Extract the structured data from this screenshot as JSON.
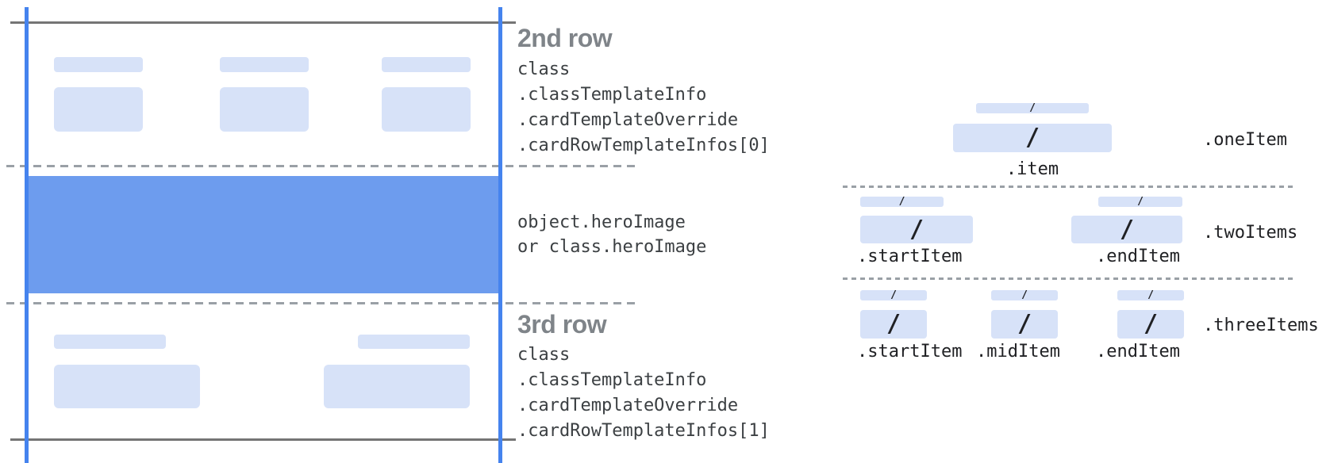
{
  "colors": {
    "guide_blue": "#4583ee",
    "hero_blue": "#6d9cee",
    "placeholder_bar_blue": "#d7e2f8",
    "heading_gray": "#7f8489",
    "code_text": "#3c4043",
    "label_text": "#202124",
    "solid_line_gray": "#757575",
    "dashed_line_gray": "#9aa0a6"
  },
  "left_panel": {
    "second_row": {
      "heading": "2nd row",
      "code_lines": [
        "class",
        ".classTemplateInfo",
        ".cardTemplateOverride",
        ".cardRowTemplateInfos[0]"
      ],
      "placeholder_item_count": 3
    },
    "hero": {
      "code_lines": [
        "object.heroImage",
        "or class.heroImage"
      ]
    },
    "third_row": {
      "heading": "3rd row",
      "code_lines": [
        "class",
        ".classTemplateInfo",
        ".cardTemplateOverride",
        ".cardRowTemplateInfos[1]"
      ],
      "placeholder_item_count": 2
    }
  },
  "right_panel": {
    "slash": "/",
    "one_item": {
      "layout_label": ".oneItem",
      "item_label": ".item"
    },
    "two_items": {
      "layout_label": ".twoItems",
      "start_label": ".startItem",
      "end_label": ".endItem"
    },
    "three_items": {
      "layout_label": ".threeItems",
      "start_label": ".startItem",
      "mid_label": ".midItem",
      "end_label": ".endItem"
    }
  }
}
